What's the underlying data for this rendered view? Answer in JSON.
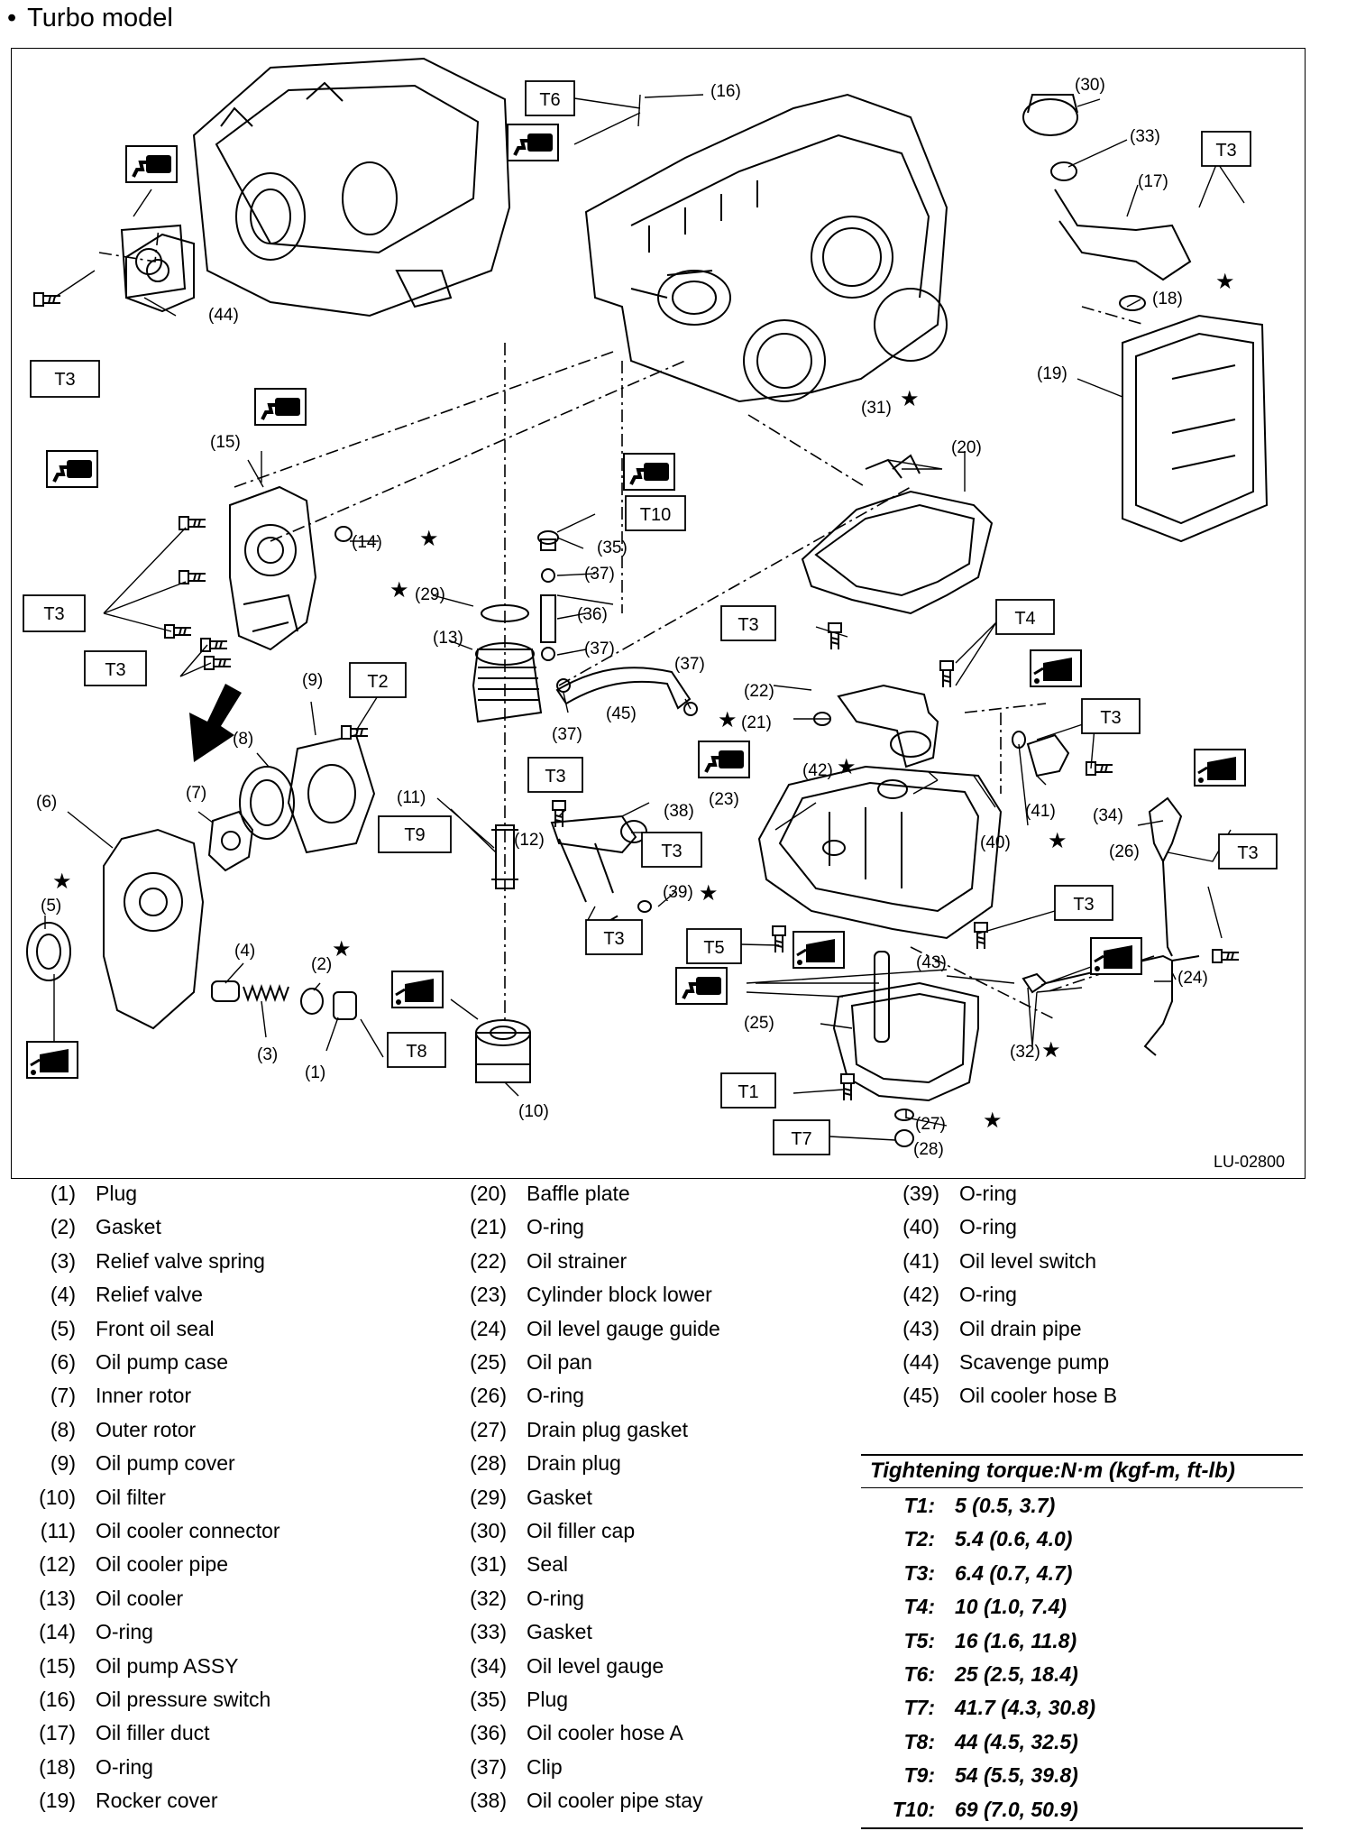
{
  "heading": {
    "bullet": "•",
    "text": "Turbo model"
  },
  "figure_code": "LU-02800",
  "torque_boxes": [
    "T1",
    "T2",
    "T3",
    "T4",
    "T5",
    "T6",
    "T7",
    "T8",
    "T9",
    "T10"
  ],
  "legend": {
    "col1": [
      {
        "num": "(1)",
        "name": "Plug"
      },
      {
        "num": "(2)",
        "name": "Gasket"
      },
      {
        "num": "(3)",
        "name": "Relief valve spring"
      },
      {
        "num": "(4)",
        "name": "Relief valve"
      },
      {
        "num": "(5)",
        "name": "Front oil seal"
      },
      {
        "num": "(6)",
        "name": "Oil pump case"
      },
      {
        "num": "(7)",
        "name": "Inner rotor"
      },
      {
        "num": "(8)",
        "name": "Outer rotor"
      },
      {
        "num": "(9)",
        "name": "Oil pump cover"
      },
      {
        "num": "(10)",
        "name": "Oil filter"
      },
      {
        "num": "(11)",
        "name": "Oil cooler connector"
      },
      {
        "num": "(12)",
        "name": "Oil cooler pipe"
      },
      {
        "num": "(13)",
        "name": "Oil cooler"
      },
      {
        "num": "(14)",
        "name": "O-ring"
      },
      {
        "num": "(15)",
        "name": "Oil pump ASSY"
      },
      {
        "num": "(16)",
        "name": "Oil pressure switch"
      },
      {
        "num": "(17)",
        "name": "Oil filler duct"
      },
      {
        "num": "(18)",
        "name": "O-ring"
      },
      {
        "num": "(19)",
        "name": "Rocker cover"
      }
    ],
    "col2": [
      {
        "num": "(20)",
        "name": "Baffle plate"
      },
      {
        "num": "(21)",
        "name": "O-ring"
      },
      {
        "num": "(22)",
        "name": "Oil strainer"
      },
      {
        "num": "(23)",
        "name": "Cylinder block lower"
      },
      {
        "num": "(24)",
        "name": "Oil level gauge guide"
      },
      {
        "num": "(25)",
        "name": "Oil pan"
      },
      {
        "num": "(26)",
        "name": "O-ring"
      },
      {
        "num": "(27)",
        "name": "Drain plug gasket"
      },
      {
        "num": "(28)",
        "name": "Drain plug"
      },
      {
        "num": "(29)",
        "name": "Gasket"
      },
      {
        "num": "(30)",
        "name": "Oil filler cap"
      },
      {
        "num": "(31)",
        "name": "Seal"
      },
      {
        "num": "(32)",
        "name": "O-ring"
      },
      {
        "num": "(33)",
        "name": "Gasket"
      },
      {
        "num": "(34)",
        "name": "Oil level gauge"
      },
      {
        "num": "(35)",
        "name": "Plug"
      },
      {
        "num": "(36)",
        "name": "Oil cooler hose A"
      },
      {
        "num": "(37)",
        "name": "Clip"
      },
      {
        "num": "(38)",
        "name": "Oil cooler pipe stay"
      }
    ],
    "col3": [
      {
        "num": "(39)",
        "name": "O-ring"
      },
      {
        "num": "(40)",
        "name": "O-ring"
      },
      {
        "num": "(41)",
        "name": "Oil level switch"
      },
      {
        "num": "(42)",
        "name": "O-ring"
      },
      {
        "num": "(43)",
        "name": "Oil drain pipe"
      },
      {
        "num": "(44)",
        "name": "Scavenge pump"
      },
      {
        "num": "(45)",
        "name": "Oil cooler hose B"
      }
    ]
  },
  "torque": {
    "header": "Tightening torque:N·m (kgf-m, ft-lb)",
    "rows": [
      {
        "id": "T1:",
        "value": "5 (0.5, 3.7)"
      },
      {
        "id": "T2:",
        "value": "5.4 (0.6, 4.0)"
      },
      {
        "id": "T3:",
        "value": "6.4 (0.7, 4.7)"
      },
      {
        "id": "T4:",
        "value": "10 (1.0, 7.4)"
      },
      {
        "id": "T5:",
        "value": "16 (1.6, 11.8)"
      },
      {
        "id": "T6:",
        "value": "25 (2.5, 18.4)"
      },
      {
        "id": "T7:",
        "value": "41.7 (4.3, 30.8)"
      },
      {
        "id": "T8:",
        "value": "44 (4.5, 32.5)"
      },
      {
        "id": "T9:",
        "value": "54 (5.5, 39.8)"
      },
      {
        "id": "T10:",
        "value": "69 (7.0, 50.9)"
      }
    ]
  }
}
